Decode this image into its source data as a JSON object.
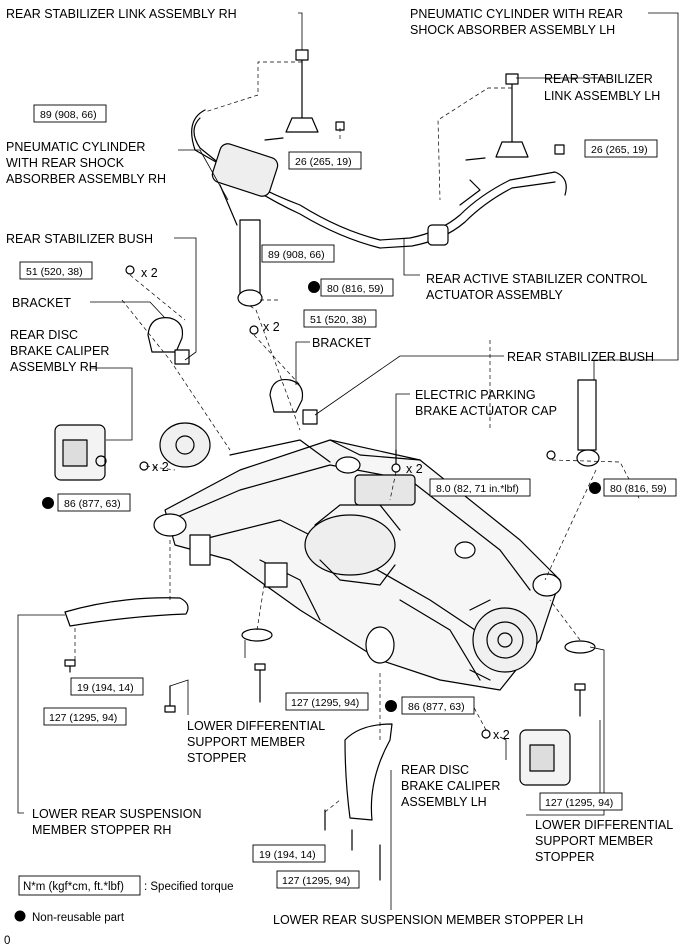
{
  "labels": {
    "rear_stabilizer_link_rh": [
      "REAR STABILIZER LINK ASSEMBLY RH"
    ],
    "pneumatic_cylinder_lh": [
      "PNEUMATIC CYLINDER WITH REAR",
      "SHOCK ABSORBER ASSEMBLY LH"
    ],
    "rear_stabilizer_link_lh": [
      "REAR STABILIZER",
      "LINK ASSEMBLY LH"
    ],
    "pneumatic_cylinder_rh": [
      "PNEUMATIC CYLINDER",
      "WITH REAR SHOCK",
      "ABSORBER ASSEMBLY RH"
    ],
    "rear_stabilizer_bush_rh": [
      "REAR STABILIZER BUSH"
    ],
    "rear_active_stabilizer": [
      "REAR ACTIVE STABILIZER CONTROL",
      "ACTUATOR ASSEMBLY"
    ],
    "bracket_rh": [
      "BRACKET"
    ],
    "bracket_lh": [
      "BRACKET"
    ],
    "rear_disc_caliper_rh": [
      "REAR DISC",
      "BRAKE CALIPER",
      "ASSEMBLY RH"
    ],
    "rear_stabilizer_bush_lh": [
      "REAR STABILIZER BUSH"
    ],
    "electric_parking_cap": [
      "ELECTRIC PARKING",
      "BRAKE ACTUATOR CAP"
    ],
    "lower_diff_stopper_center": [
      "LOWER DIFFERENTIAL",
      "SUPPORT MEMBER",
      "STOPPER"
    ],
    "rear_disc_caliper_lh": [
      "REAR DISC",
      "BRAKE CALIPER",
      "ASSEMBLY LH"
    ],
    "lower_rear_susp_stopper_rh": [
      "LOWER REAR SUSPENSION",
      "MEMBER STOPPER RH"
    ],
    "lower_diff_stopper_right": [
      "LOWER DIFFERENTIAL",
      "SUPPORT MEMBER",
      "STOPPER"
    ],
    "lower_rear_susp_stopper_lh": [
      "LOWER REAR SUSPENSION MEMBER STOPPER LH"
    ]
  },
  "torques": {
    "t_89a": "89 (908, 66)",
    "t_26a": "26 (265, 19)",
    "t_26b": "26 (265, 19)",
    "t_89b": "89 (908, 66)",
    "t_51a": "51 (520, 38)",
    "t_80a": "80 (816, 59)",
    "t_51b": "51 (520, 38)",
    "t_8": "8.0 (82, 71 in.*lbf)",
    "t_80b": "80 (816, 59)",
    "t_86a": "86 (877, 63)",
    "t_19a": "19 (194, 14)",
    "t_127a": "127 (1295, 94)",
    "t_127b": "127 (1295, 94)",
    "t_86b": "86 (877, 63)",
    "t_127c": "127 (1295, 94)",
    "t_19b": "19 (194, 14)",
    "t_127d": "127 (1295, 94)"
  },
  "multipliers": {
    "x2_bush_rh": "x 2",
    "x2_bracket_lh": "x 2",
    "x2_parking": "x 2",
    "x2_caliper_rh": "x 2",
    "x2_caliper_lh": "x 2"
  },
  "legend": {
    "torque_box": "N*m (kgf*cm, ft.*lbf)",
    "torque_text": ": Specified torque",
    "nonreusable_text": "Non-reusable part"
  },
  "footer_code": "0"
}
